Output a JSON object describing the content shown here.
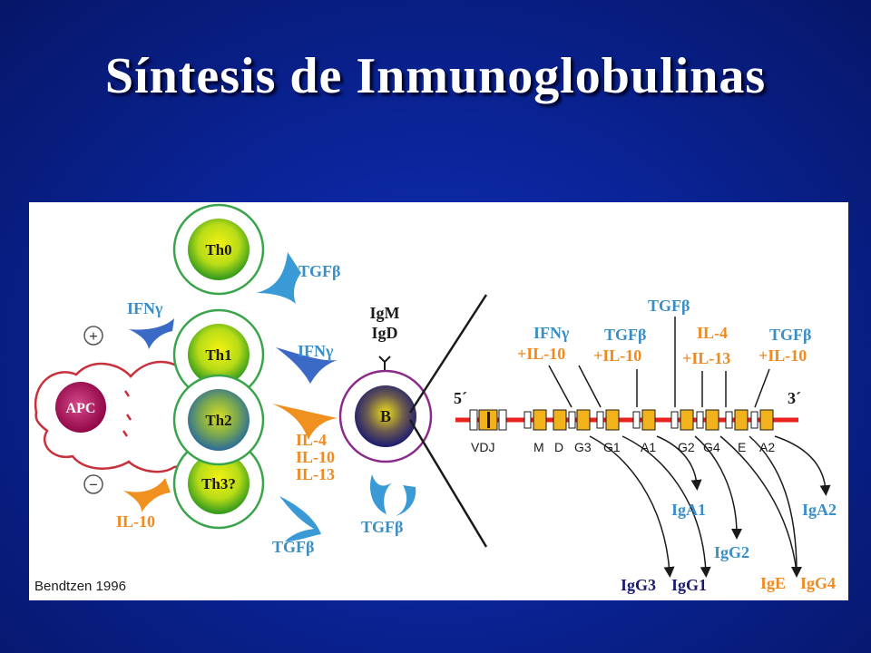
{
  "slide": {
    "title": "Síntesis de Inmunoglobulinas"
  },
  "diagram": {
    "credit": "Bendtzen 1996",
    "cells": {
      "apc": "APC",
      "th0": "Th0",
      "th1": "Th1",
      "th2": "Th2",
      "th3": "Th3?",
      "b": "B"
    },
    "signs": {
      "plus": "+",
      "minus": "−"
    },
    "cytokines": {
      "tgfb_th0": "TGFβ",
      "ifng_apc": "IFNγ",
      "ifng_th1": "IFNγ",
      "il4": "IL-4",
      "il10": "IL-10",
      "il13": "IL-13",
      "il10_apc": "IL-10",
      "tgfb_th3": "TGFβ",
      "tgfb_b": "TGFβ"
    },
    "surface_ig": [
      "IgM",
      "IgD"
    ],
    "gene": {
      "five_prime": "5´",
      "three_prime": "3´",
      "segments": [
        "VDJ",
        "M",
        "D",
        "G3",
        "G1",
        "A1",
        "G2",
        "G4",
        "E",
        "A2"
      ]
    },
    "switch_signals": {
      "s1_line1": "IFNγ",
      "s1_line2": "+IL-10",
      "s2_line1": "TGFβ",
      "s2_line2": "+IL-10",
      "s3": "TGFβ",
      "s4_line1": "IL-4",
      "s4_line2": "+IL-13",
      "s5_line1": "TGFβ",
      "s5_line2": "+IL-10"
    },
    "products": {
      "igg3": "IgG3",
      "igg1": "IgG1",
      "iga1": "IgA1",
      "igg2": "IgG2",
      "ige": "IgE",
      "igg4": "IgG4",
      "iga2": "IgA2"
    },
    "colors": {
      "blue_label": "#3a8ec6",
      "orange_label": "#f08a1e",
      "navy_label": "#1a1a6e",
      "gene_line": "#e8221c",
      "exon": "#f2b21c",
      "th_ring": "#3aa44a",
      "apc_outline": "#c8303c",
      "b_ring": "#8a2a8a"
    }
  }
}
